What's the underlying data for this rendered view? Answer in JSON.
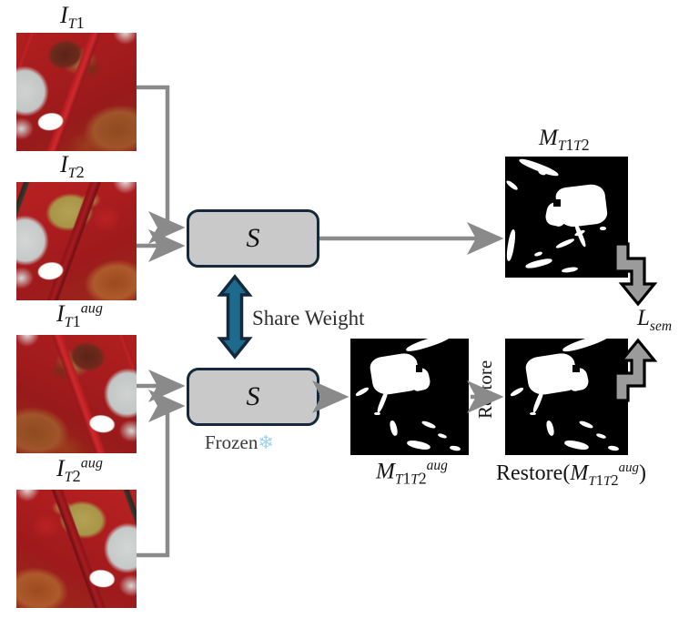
{
  "diagram": {
    "title": "Semantic consistency branch with shared-weight frozen segmentation model",
    "colors": {
      "block_fill": "#c9c9c9",
      "block_stroke": "#14293b",
      "arrow_gray": "#8a8a8a",
      "share_arrow": "#1d6a8c",
      "share_arrow_outline": "#14293b",
      "loss_arrow_fill": "#9b9b9b",
      "loss_arrow_stroke": "#000000",
      "mask_bg": "#000000",
      "mask_fg": "#ffffff",
      "snowflake": "#9fd2ee"
    },
    "inputs": [
      {
        "id": "i-t1",
        "label_base": "I",
        "label_sub": "T",
        "label_subsub": "1",
        "label_sup": "",
        "label_plain": "I_T1"
      },
      {
        "id": "i-t2",
        "label_base": "I",
        "label_sub": "T",
        "label_subsub": "2",
        "label_sup": "",
        "label_plain": "I_T2"
      },
      {
        "id": "i-t1-aug",
        "label_base": "I",
        "label_sub": "T",
        "label_subsub": "1",
        "label_sup": "aug",
        "label_plain": "I_T1^aug"
      },
      {
        "id": "i-t2-aug",
        "label_base": "I",
        "label_sub": "T",
        "label_subsub": "2",
        "label_sup": "aug",
        "label_plain": "I_T2^aug"
      }
    ],
    "blocks": [
      {
        "id": "s-top",
        "label": "S",
        "note": ""
      },
      {
        "id": "s-bottom",
        "label": "S",
        "note": "Frozen"
      }
    ],
    "share_weight_label": "Share Weight",
    "frozen_label": "Frozen",
    "snowflake_icon": "❄",
    "restore_label": "Restore",
    "outputs": [
      {
        "id": "m-t1t2",
        "label_base": "M",
        "label_sub": "T",
        "label_subsub": "1",
        "label_sub2": "T",
        "label_subsub2": "2",
        "label_sup": "",
        "label_plain": "M_T1T2"
      },
      {
        "id": "m-t1t2-aug",
        "label_base": "M",
        "label_sub": "T",
        "label_subsub": "1",
        "label_sub2": "T",
        "label_subsub2": "2",
        "label_sup": "aug",
        "label_plain": "M_T1T2^aug"
      },
      {
        "id": "m-t1t2-restore",
        "prefix": "Restore(",
        "label_base": "M",
        "label_sub": "T",
        "label_subsub": "1",
        "label_sub2": "T",
        "label_subsub2": "2",
        "label_sup": "aug",
        "suffix": ")",
        "label_plain": "Restore(M_T1T2^aug)"
      }
    ],
    "loss": {
      "id": "l-sem",
      "label_base": "L",
      "label_sub": "sem",
      "label_plain": "L_sem"
    }
  }
}
